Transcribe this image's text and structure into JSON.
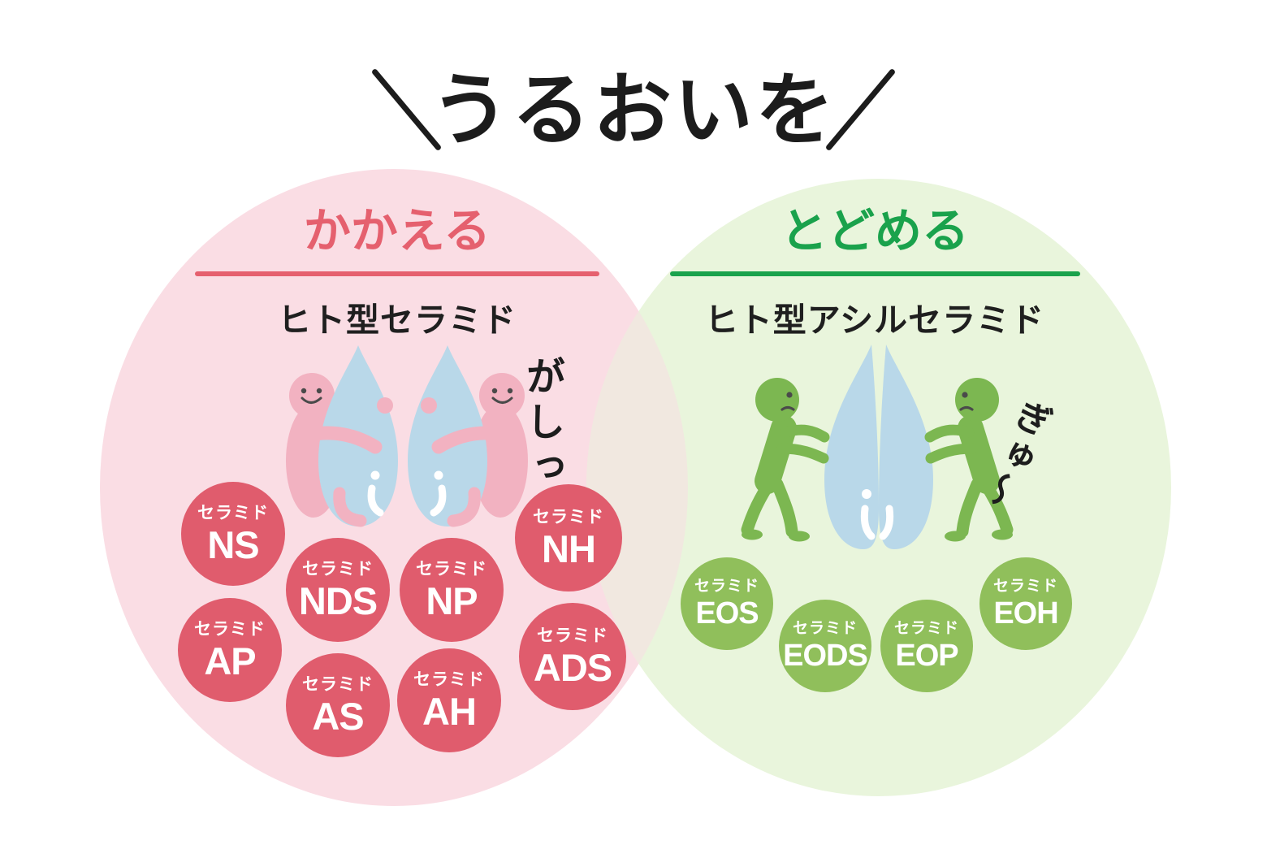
{
  "title": {
    "text": "うるおいを"
  },
  "venn": {
    "overlap_color": "#f1e8e0",
    "left": {
      "heading": "かかえる",
      "subheading": "ヒト型セラミド",
      "sfx": "がしっ",
      "accent_color": "#e5606e",
      "background_color": "#fadde4",
      "bubble_color": "#e05c6d",
      "bubbles": [
        {
          "prefix": "セラミド",
          "code": "NS"
        },
        {
          "prefix": "セラミド",
          "code": "NDS"
        },
        {
          "prefix": "セラミド",
          "code": "NP"
        },
        {
          "prefix": "セラミド",
          "code": "NH"
        },
        {
          "prefix": "セラミド",
          "code": "AP"
        },
        {
          "prefix": "セラミド",
          "code": "ADS"
        },
        {
          "prefix": "セラミド",
          "code": "AS"
        },
        {
          "prefix": "セラミド",
          "code": "AH"
        }
      ]
    },
    "right": {
      "heading": "とどめる",
      "subheading": "ヒト型アシルセラミド",
      "sfx": "ぎゅ〜",
      "accent_color": "#1aa24c",
      "background_color": "#e9f5dc",
      "bubble_color": "#90bf5b",
      "bubbles": [
        {
          "prefix": "セラミド",
          "code": "EOS"
        },
        {
          "prefix": "セラミド",
          "code": "EODS"
        },
        {
          "prefix": "セラミド",
          "code": "EOP"
        },
        {
          "prefix": "セラミド",
          "code": "EOH"
        }
      ]
    }
  },
  "illustrations": {
    "droplet_color": "#b9d8e9",
    "droplet_highlight": "#ffffff",
    "hugging_character_color": "#f2b2c1",
    "squeezing_character_color": "#7cb751",
    "face_color": "#4a4a4a"
  }
}
